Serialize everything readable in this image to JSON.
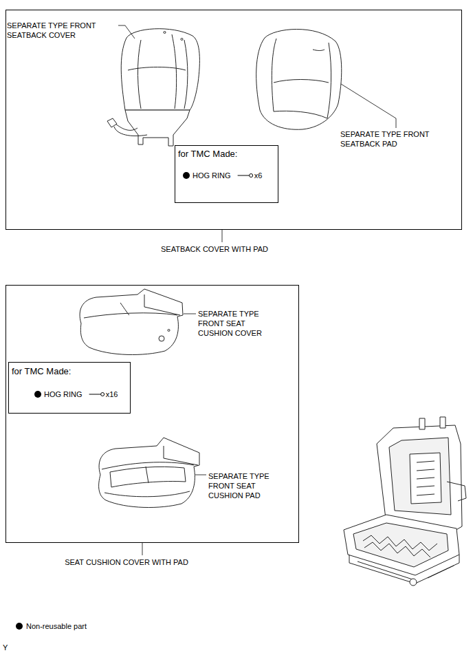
{
  "diagram": {
    "nodes": [
      {
        "text": [
          "SEATBACK COVER WITH PAD"
        ]
      },
      {
        "text": [
          "for TMC Made:",
          "HOG RING",
          "x6"
        ],
        "in": 0
      },
      {
        "text": [
          "SEAT CUSHION COVER WITH PAD"
        ]
      },
      {
        "text": [
          "for TMC Made:",
          "HOG RING",
          "x16"
        ],
        "in": 2
      }
    ],
    "edges": [],
    "labels": [
      "SEPARATE TYPE FRONT SEATBACK COVER",
      "SEPARATE TYPE FRONT SEATBACK PAD",
      "SEPARATE TYPE FRONT SEAT CUSHION COVER",
      "SEPARATE TYPE FRONT SEAT CUSHION PAD",
      "Y"
    ],
    "legend": [
      {
        "text": "Non-reusable part"
      }
    ]
  }
}
